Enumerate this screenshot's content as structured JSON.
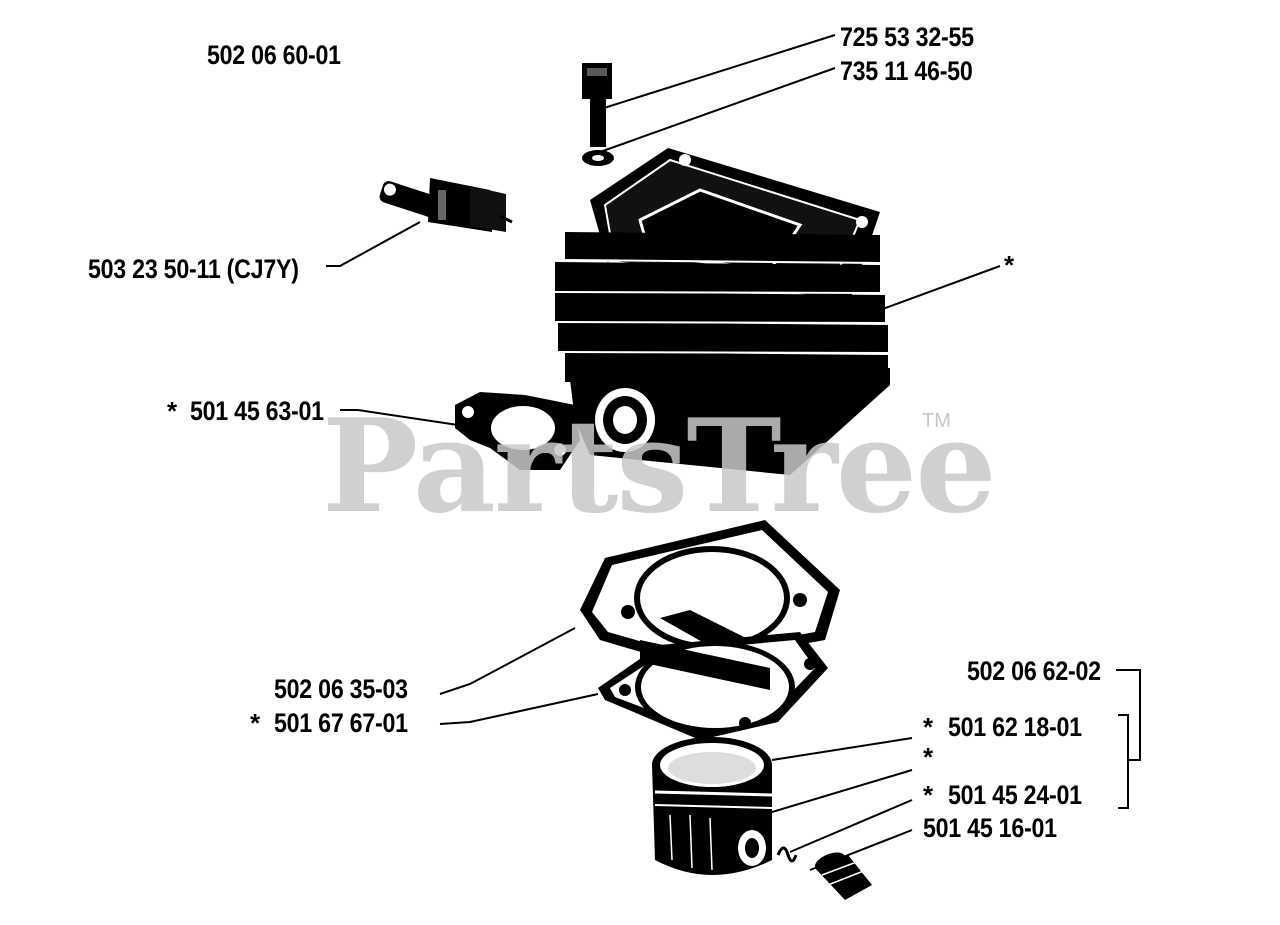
{
  "diagram": {
    "assembly_number": "502 06 60-01",
    "callouts": {
      "bolt": "725 53 32-55",
      "washer": "735 11 46-50",
      "spark_plug": "503 23 50-11 (CJ7Y)",
      "cylinder": "*",
      "intake_gasket": "501 45 63-01",
      "intake_gasket_mark": "*",
      "cylinder_gasket_upper": "502 06 35-03",
      "cylinder_gasket_lower": "501 67 67-01",
      "cylinder_gasket_lower_mark": "*",
      "piston_kit": "502 06 62-02",
      "piston_ring": "501 62 18-01",
      "piston_ring_mark": "*",
      "piston_mark": "*",
      "piston_pin_retainer": "501 45 24-01",
      "piston_pin_retainer_mark": "*",
      "piston_pin": "501 45 16-01"
    }
  },
  "watermark": {
    "text": "PartsTree",
    "trademark": "TM",
    "color": "#c8c8c8"
  }
}
